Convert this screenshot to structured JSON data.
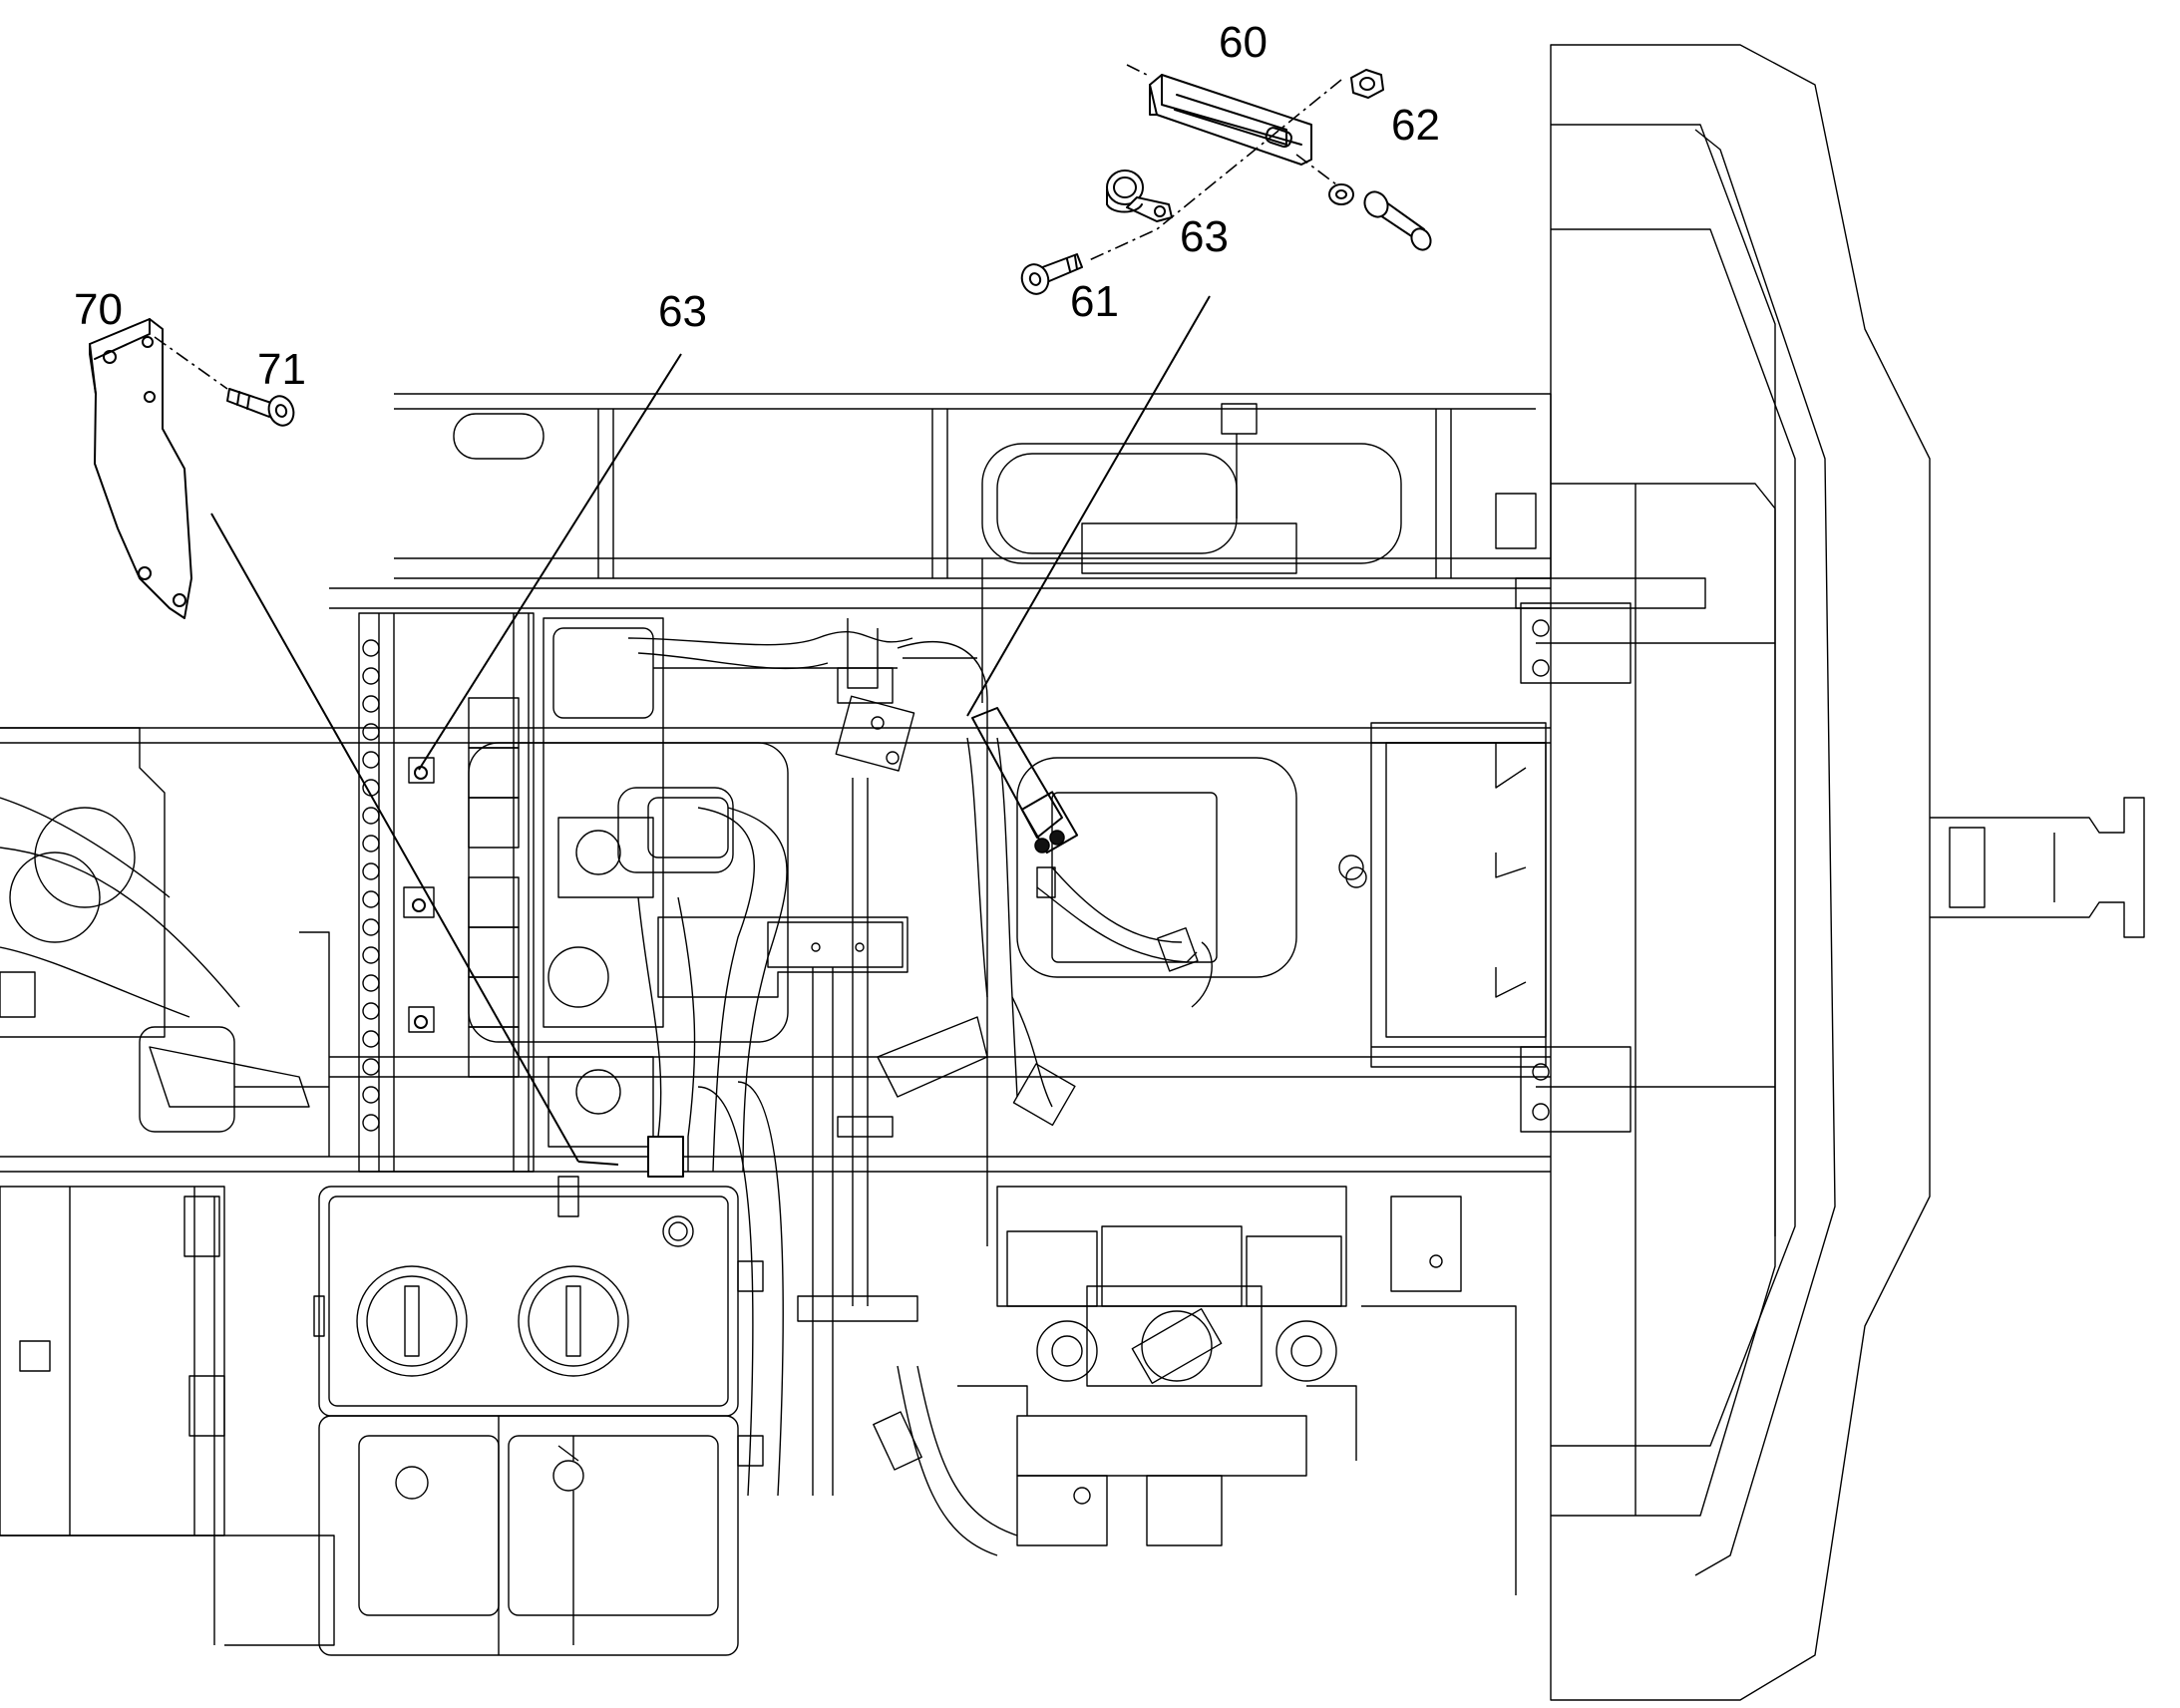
{
  "callouts": {
    "c60": "60",
    "c62": "62",
    "c63_top": "63",
    "c61": "61",
    "c70": "70",
    "c71": "71",
    "c63_left": "63"
  }
}
